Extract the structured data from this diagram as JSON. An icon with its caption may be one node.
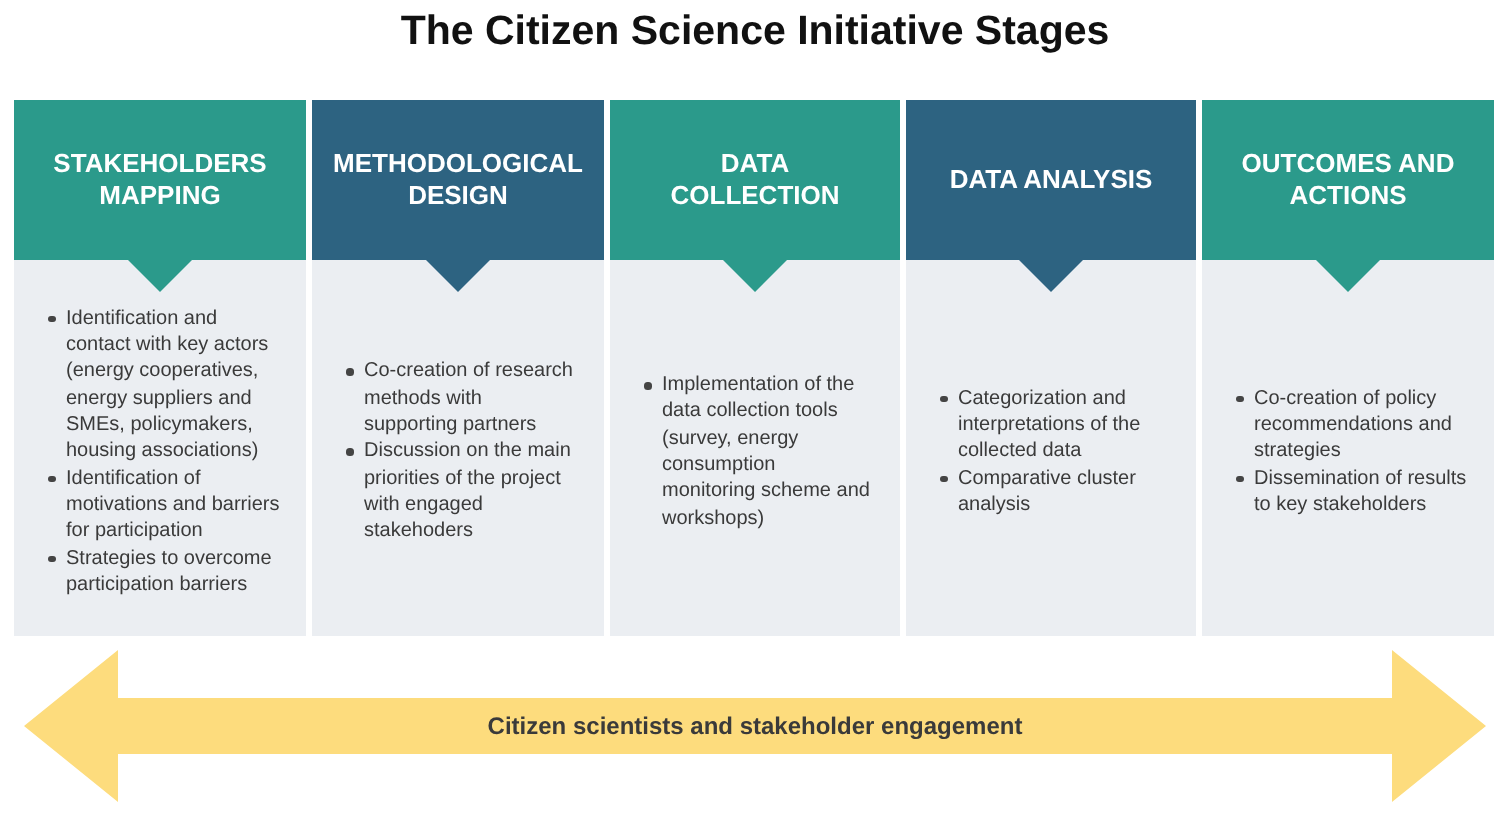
{
  "diagram": {
    "title": "The Citizen Science Initiative Stages",
    "nodes": [
      {
        "text": [
          "STAKEHOLDERS MAPPING",
          "Identification and contact with key actors (energy cooperatives, energy suppliers and SMEs, policymakers, housing associations)",
          "Identification of motivations and barriers for participation",
          "Strategies to overcome participation barriers"
        ]
      },
      {
        "text": [
          "METHODOLOGICAL DESIGN",
          "Co-creation of research methods with supporting partners",
          "Discussion on the main priorities of the project with engaged stakehoders"
        ]
      },
      {
        "text": [
          "DATA COLLECTION",
          "Implementation of the data collection tools (survey, energy consumption monitoring scheme and workshops)"
        ]
      },
      {
        "text": [
          "DATA ANALYSIS",
          "Categorization and interpretations of the collected data",
          "Comparative cluster analysis"
        ]
      },
      {
        "text": [
          "OUTCOMES AND ACTIONS",
          "Co-creation of policy recommendations and strategies",
          "Dissemination of results to key stakeholders"
        ]
      },
      {
        "text": [
          "Citizen scientists and stakeholder engagement"
        ]
      }
    ]
  }
}
